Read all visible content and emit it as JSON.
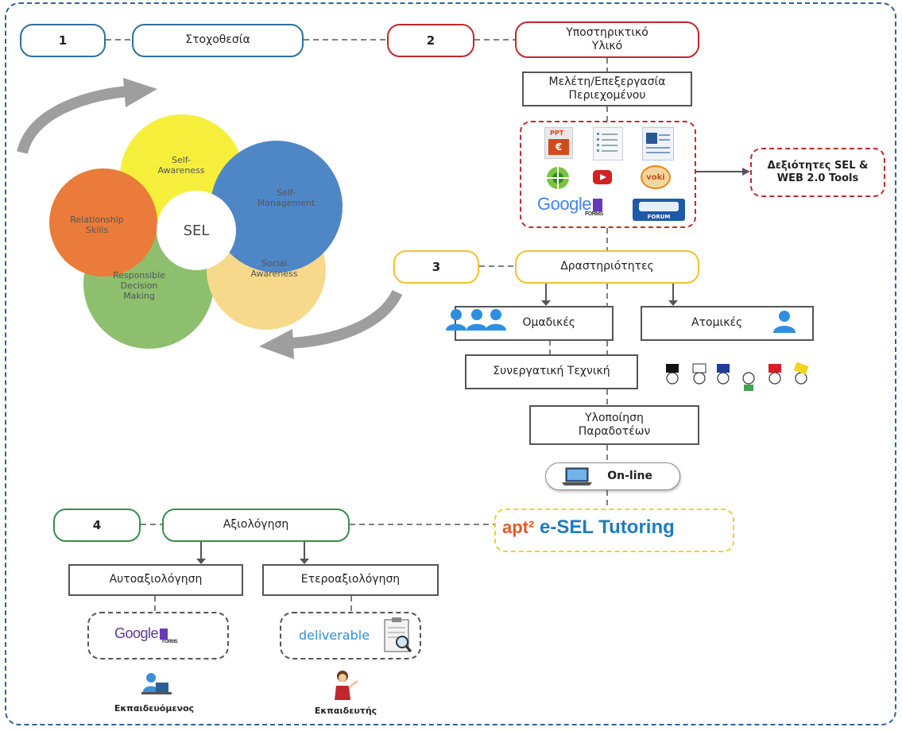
{
  "steps": {
    "step1": {
      "number": "1",
      "label": "Στοχοθεσία"
    },
    "step2": {
      "number": "2",
      "label": "Υποστηρικτικό\nΥλικό"
    },
    "step3": {
      "number": "3",
      "label": "Δραστηριότητες"
    },
    "step4": {
      "number": "4",
      "label": "Αξιολόγηση"
    }
  },
  "support": {
    "study_label": "Μελέτη/Επεξεργασία\nΠεριεχομένου",
    "skills_label": "Δεξιότητες SEL &\nWEB 2.0 Tools",
    "tool_icons": [
      "powerpoint-icon",
      "list-document-icon",
      "word-document-icon",
      "mindmap-icon",
      "youtube-icon",
      "voki-icon",
      "google-forms-logo",
      "forum-icon"
    ],
    "ppt_text": "PPT",
    "google_forms": {
      "word": "Google",
      "sub": "FORMS"
    },
    "forum_text": "FORUM",
    "voki_text": "voki"
  },
  "activities": {
    "group_label": "Ομαδικές",
    "individual_label": "Ατομικές",
    "collaborative_label": "Συνεργατική Τεχνική",
    "deliverables_label": "Υλοποίηση\nΠαραδοτέων",
    "online_label": "On-line"
  },
  "tutoring": {
    "prefix": "apt²",
    "brand": "e-SEL Tutoring"
  },
  "evaluation": {
    "self_label": "Αυτοαξιολόγηση",
    "peer_label": "Ετεροαξιολόγηση",
    "self_tool": {
      "word": "Google",
      "sub": "FORMS"
    },
    "peer_tool": "deliverable",
    "learner_caption": "Εκπαιδευόμενος",
    "teacher_caption": "Εκπαιδευτής"
  },
  "sel_wheel": {
    "center": "SEL",
    "petals": [
      {
        "label": "Self-\nAwareness",
        "color": "#f5ef3b"
      },
      {
        "label": "Self-\nManagement",
        "color": "#4f86c6"
      },
      {
        "label": "Social\nAwareness",
        "color": "#f7d98b"
      },
      {
        "label": "Responsible\nDecision\nMaking",
        "color": "#8dbf6e"
      },
      {
        "label": "Relationship\nSkills",
        "color": "#ea7b3a"
      }
    ]
  },
  "colors": {
    "blue": "#2e6f9a",
    "red": "#c0282d",
    "yellow": "#f2c12e",
    "green": "#3a8c4b",
    "frame": "#2f5fa0"
  }
}
